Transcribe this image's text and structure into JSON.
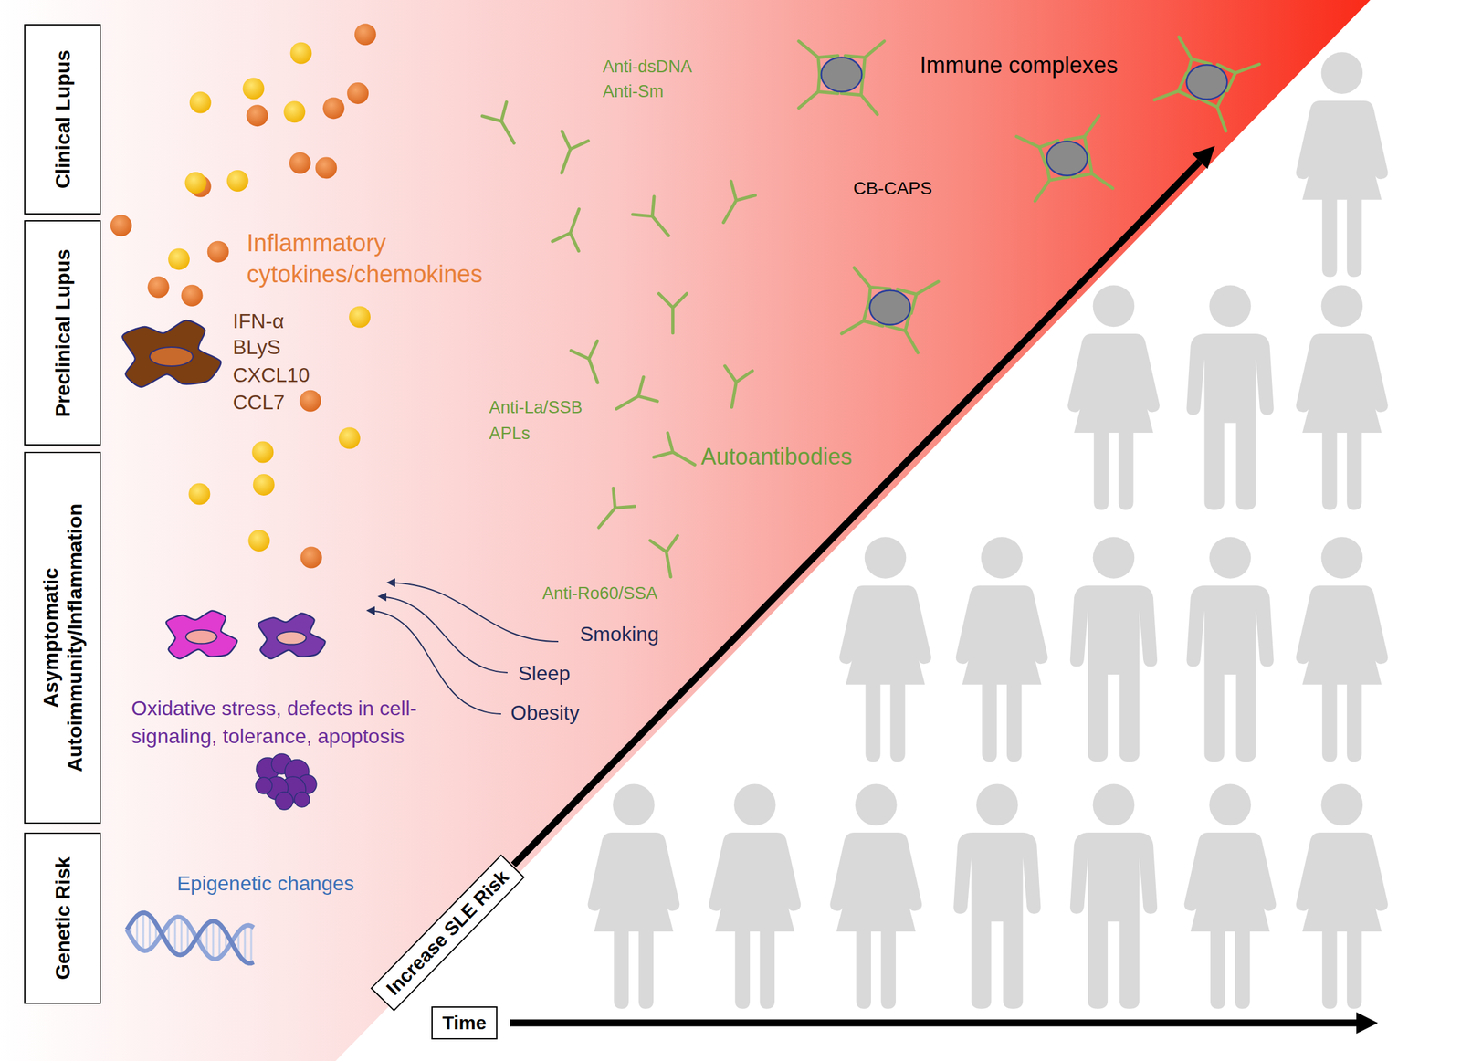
{
  "diagram": {
    "nodes": [
      {
        "text": [
          "Clinical Lupus"
        ]
      },
      {
        "text": [
          "Preclinical Lupus"
        ]
      },
      {
        "text": [
          "Asymptomatic Autoimmunity/Inflammation"
        ]
      },
      {
        "text": [
          "Genetic Risk"
        ]
      },
      {
        "text": [
          "Increase SLE Risk"
        ]
      },
      {
        "text": [
          "Time"
        ]
      }
    ],
    "labels": [
      "Inflammatory cytokines/chemokines",
      "IFN-α",
      "BLyS",
      "CXCL10",
      "CCL7",
      "Anti-dsDNA",
      "Anti-Sm",
      "Immune complexes",
      "CB-CAPS",
      "Anti-La/SSB",
      "APLs",
      "Autoantibodies",
      "Anti-Ro60/SSA",
      "Smoking",
      "Sleep",
      "Obesity",
      "Oxidative stress, defects in cell-signaling, tolerance, apoptosis",
      "Epigenetic changes"
    ]
  }
}
